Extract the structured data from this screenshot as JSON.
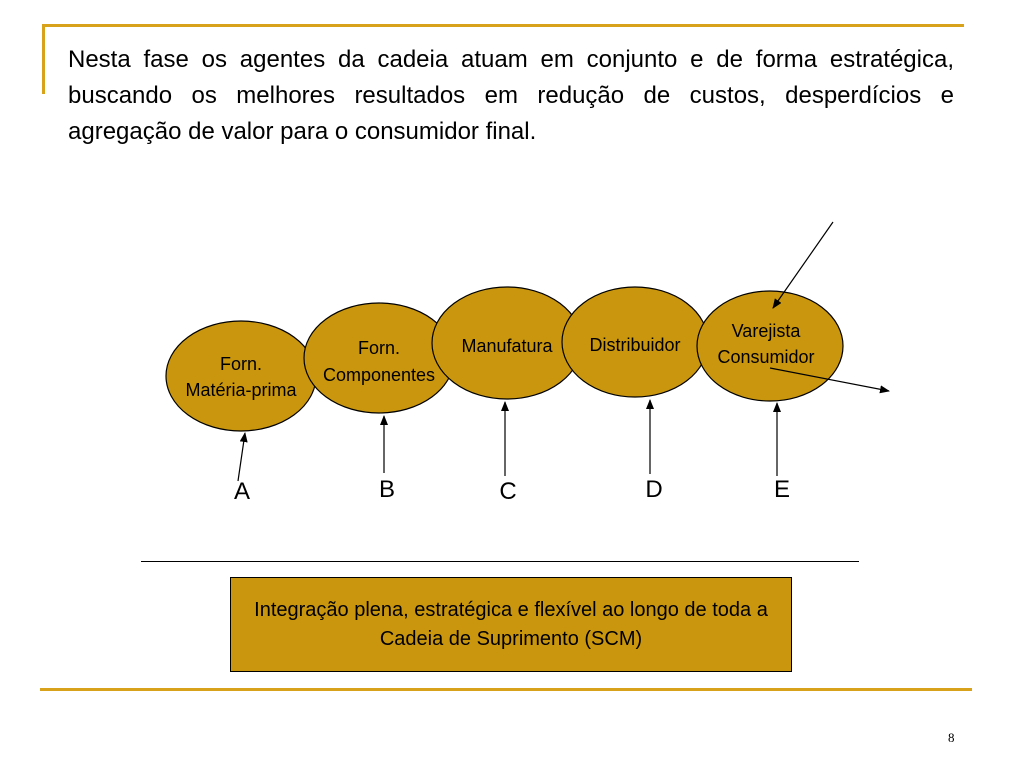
{
  "slide": {
    "intro_text": "Nesta fase os agentes da cadeia atuam em conjunto e de forma estratégica, buscando os melhores resultados em redução de custos, desperdícios e agregação de valor para o consumidor final.",
    "page_number": "8"
  },
  "colors": {
    "accent": "#d9a21b",
    "node_fill": "#c9960d",
    "stroke": "#000000"
  },
  "diagram": {
    "nodes": [
      {
        "lines": [
          "Forn.",
          "Matéria-prima"
        ]
      },
      {
        "lines": [
          "Forn.",
          "Componentes"
        ]
      },
      {
        "lines": [
          "Manufatura"
        ]
      },
      {
        "lines": [
          "Distribuidor"
        ]
      },
      {
        "lines": [
          "Varejista",
          "Consumidor"
        ]
      }
    ],
    "letters": [
      "A",
      "B",
      "C",
      "D",
      "E"
    ]
  },
  "summary_box": {
    "text": "Integração plena, estratégica e flexível ao longo de toda a Cadeia de Suprimento (SCM)"
  }
}
